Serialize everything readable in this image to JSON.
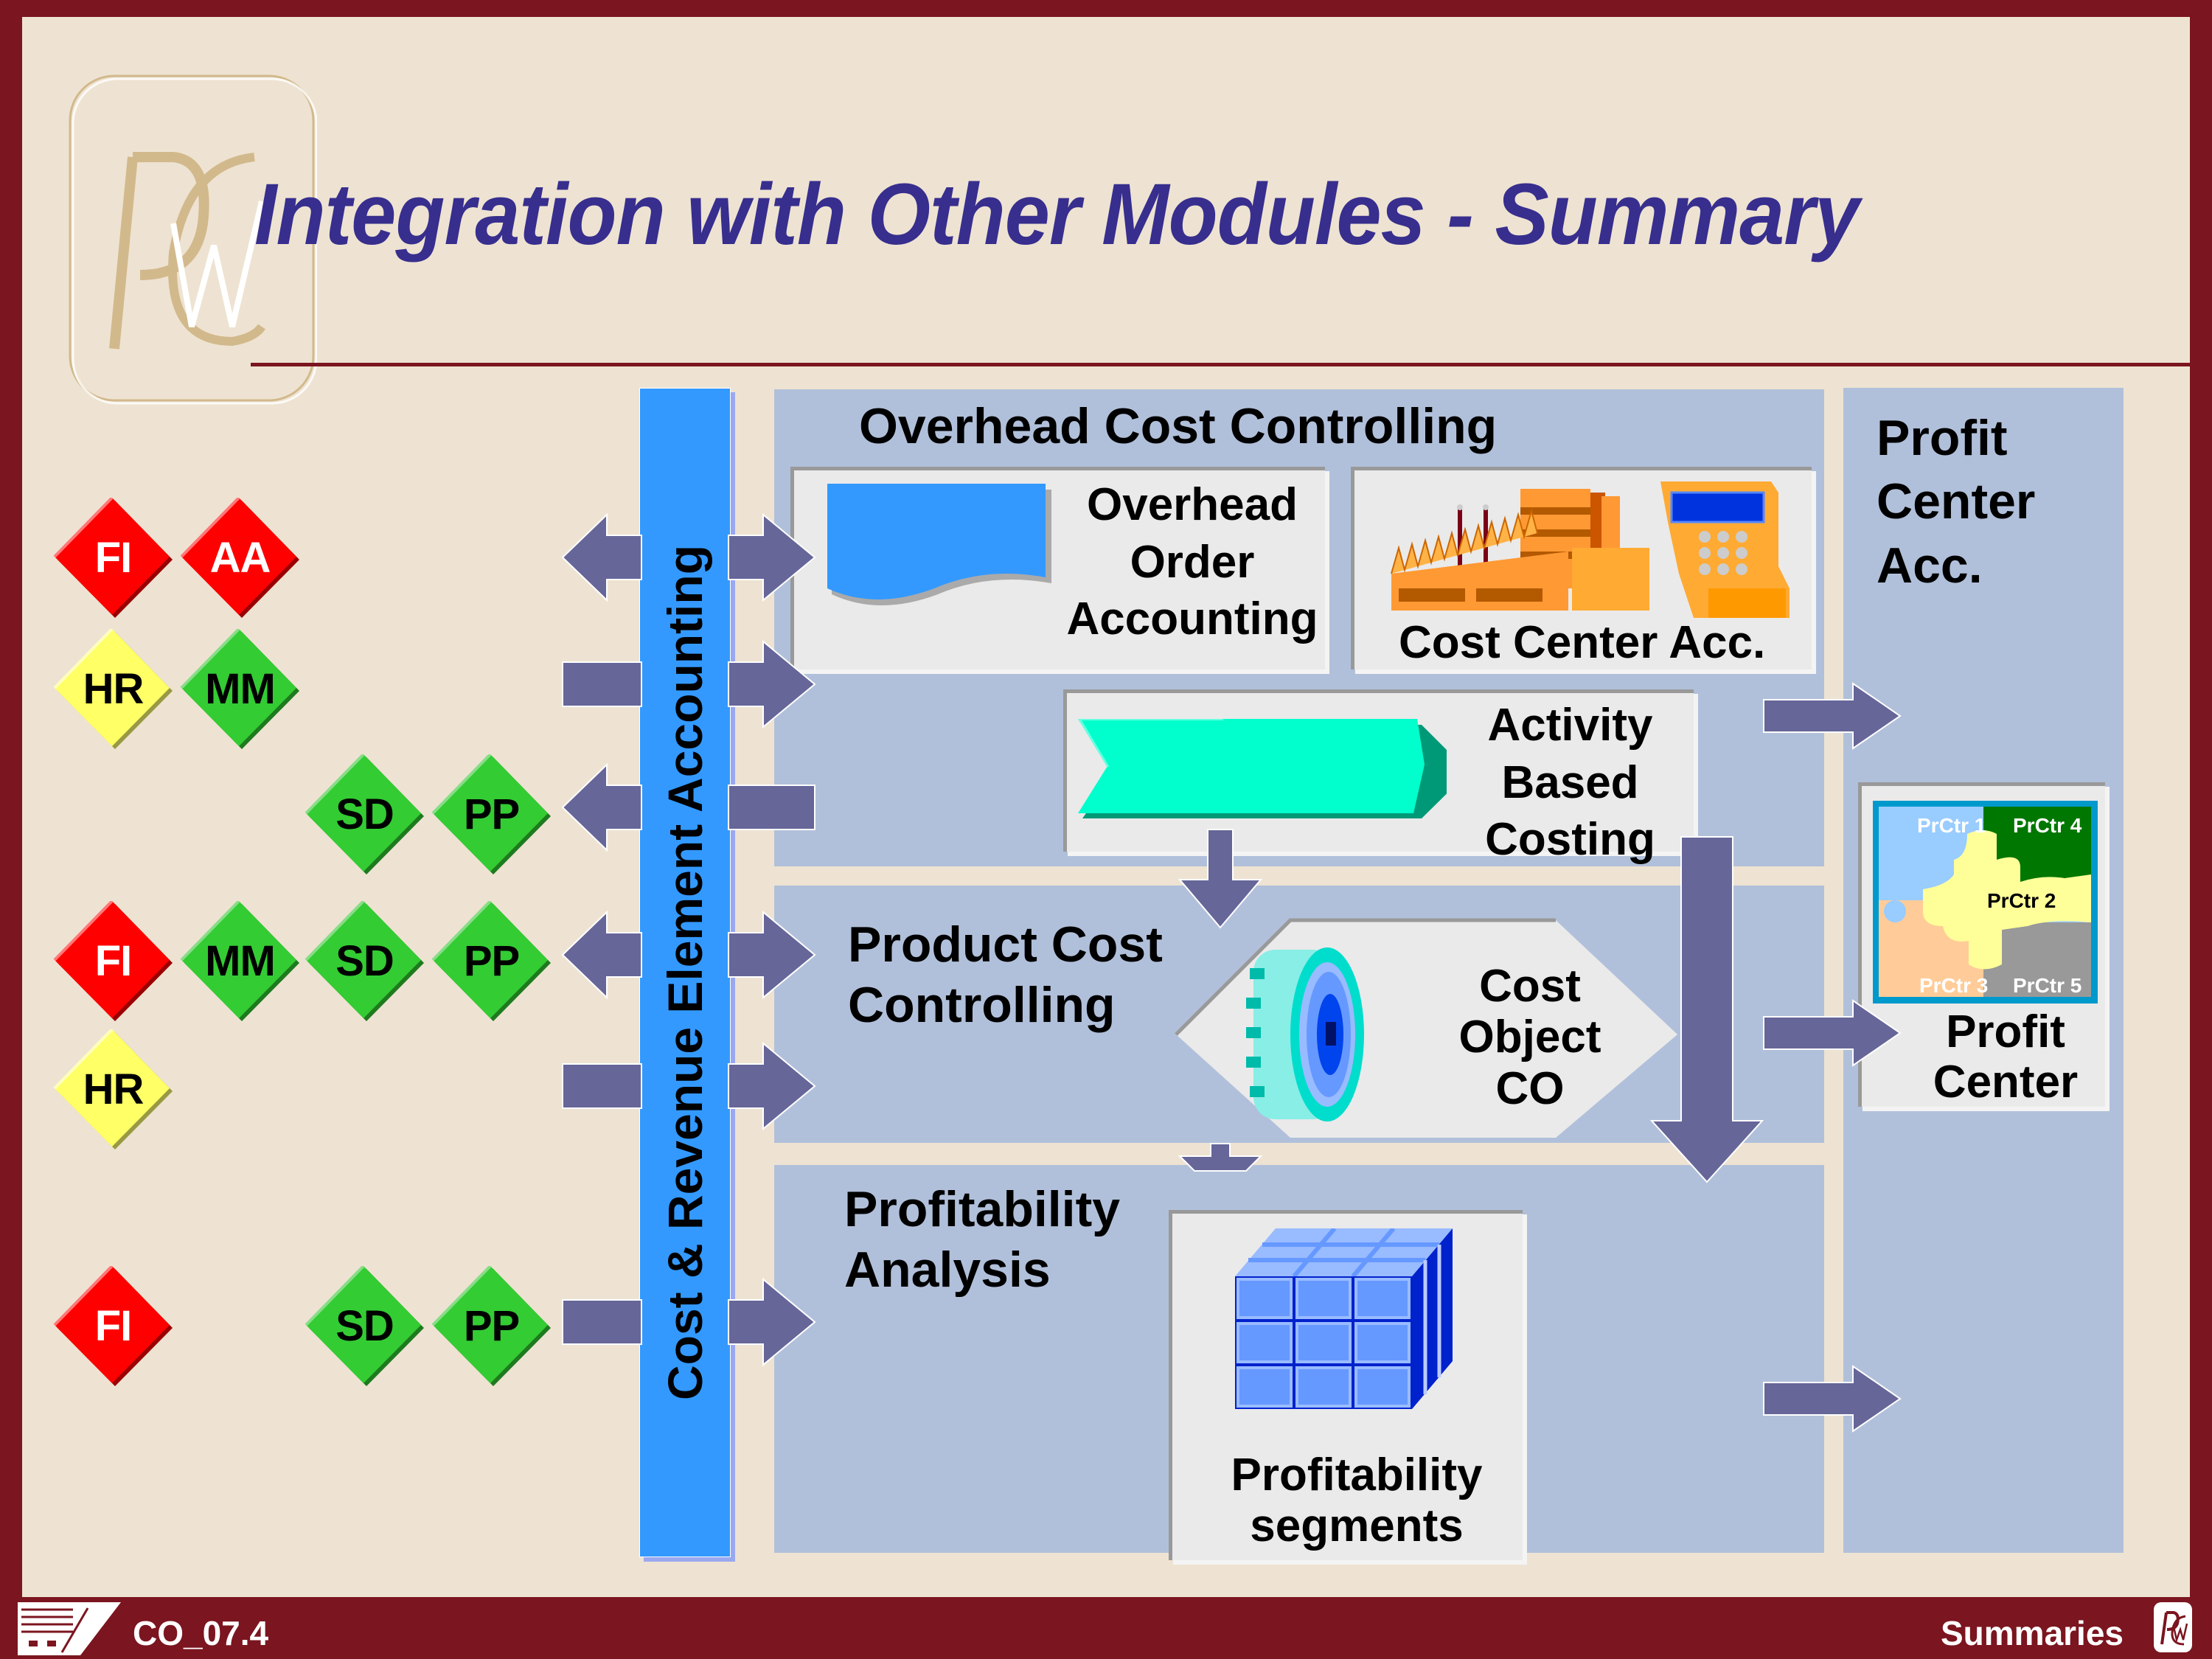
{
  "title": "Integration with Other Modules - Summary",
  "central_bar": {
    "label": "Cost & Revenue Element  Accounting"
  },
  "modules": [
    {
      "label": "FI",
      "color": "#FF0000",
      "text_color": "#FFFFFF",
      "row": 1
    },
    {
      "label": "AA",
      "color": "#FF0000",
      "text_color": "#FFFFFF",
      "row": 1
    },
    {
      "label": "HR",
      "color": "#FFFF66",
      "text_color": "#000000",
      "row": 2
    },
    {
      "label": "MM",
      "color": "#33CC33",
      "text_color": "#000000",
      "row": 2
    },
    {
      "label": "SD",
      "color": "#33CC33",
      "text_color": "#000000",
      "row": 3
    },
    {
      "label": "PP",
      "color": "#33CC33",
      "text_color": "#000000",
      "row": 3
    },
    {
      "label": "FI",
      "color": "#FF0000",
      "text_color": "#FFFFFF",
      "row": 4
    },
    {
      "label": "MM",
      "color": "#33CC33",
      "text_color": "#000000",
      "row": 4
    },
    {
      "label": "SD",
      "color": "#33CC33",
      "text_color": "#000000",
      "row": 4
    },
    {
      "label": "PP",
      "color": "#33CC33",
      "text_color": "#000000",
      "row": 4
    },
    {
      "label": "HR",
      "color": "#FFFF66",
      "text_color": "#000000",
      "row": 5
    },
    {
      "label": "FI",
      "color": "#FF0000",
      "text_color": "#FFFFFF",
      "row": 6
    },
    {
      "label": "SD",
      "color": "#33CC33",
      "text_color": "#000000",
      "row": 6
    },
    {
      "label": "PP",
      "color": "#33CC33",
      "text_color": "#000000",
      "row": 6
    }
  ],
  "overhead": {
    "title": "Overhead Cost Controlling",
    "order_card": {
      "lines": [
        "Overhead",
        "Order",
        "Accounting"
      ]
    },
    "cost_center_card": {
      "label": "Cost Center Acc."
    },
    "abc_card": {
      "lines": [
        "Activity",
        "Based",
        "Costing"
      ]
    }
  },
  "product": {
    "title_lines": [
      "Product Cost",
      "Controlling"
    ],
    "cost_object": {
      "lines": [
        "Cost",
        "Object",
        "CO"
      ]
    }
  },
  "profitability": {
    "title_lines": [
      "Profitability",
      "Analysis"
    ],
    "segments_card": {
      "lines": [
        "Profitability",
        "segments"
      ]
    }
  },
  "profit_center": {
    "title_lines": [
      "Profit",
      "Center",
      "Acc."
    ],
    "card": {
      "lines": [
        "Profit",
        "Center"
      ]
    },
    "puzzle_labels": [
      "PrCtr 1",
      "PrCtr 4",
      "PrCtr 2",
      "PrCtr 3",
      "PrCtr 5"
    ]
  },
  "footer": {
    "code": "CO_07.4",
    "section": "Summaries"
  },
  "colors": {
    "frame": "#7B151F",
    "background": "#EEE3D2",
    "title": "#372E8E",
    "panel": "#B1C0DA",
    "arrow": "#666699",
    "bar": "#3399FF"
  }
}
